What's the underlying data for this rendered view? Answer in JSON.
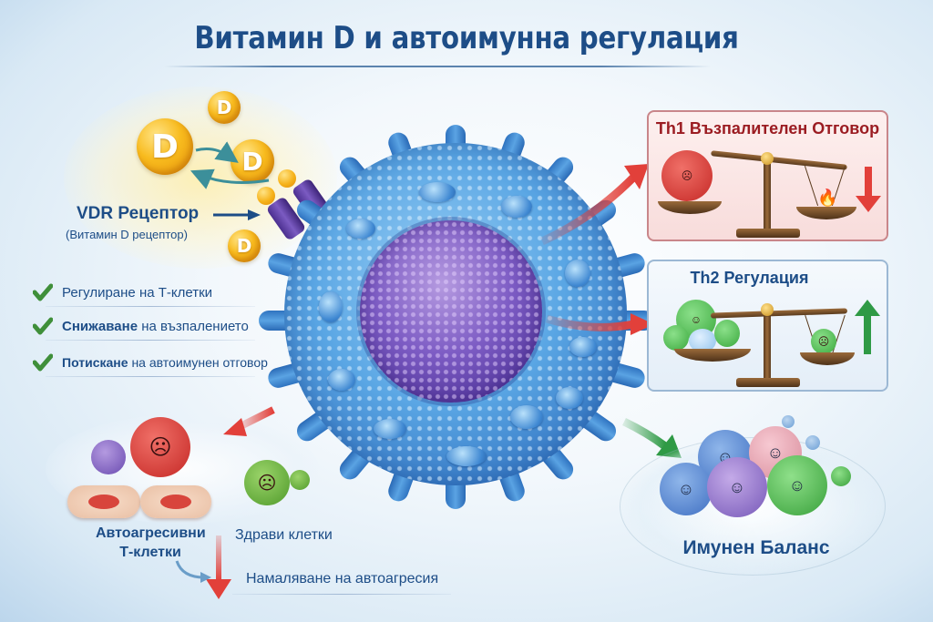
{
  "title": "Витамин D и автоимунна регулация",
  "vitamin_d": {
    "ball_label": "D",
    "receptor_label": "VDR Рецептор",
    "receptor_sub": "(Витамин D рецептор)"
  },
  "benefits": [
    {
      "bold": "",
      "text": "Регулиране на Т-клетки"
    },
    {
      "bold": "Снижаване",
      "text": " на възпалението"
    },
    {
      "bold": "Потискане",
      "text": " на автоимунен отговор"
    }
  ],
  "panels": {
    "th1": {
      "title": "Th1 Възпалителен Отговор",
      "trend": "down",
      "accent": "#e2403a"
    },
    "th2": {
      "title": "Th2 Регулация",
      "trend": "up",
      "accent": "#2f9a45"
    }
  },
  "autoaggression": {
    "left_caption_line1": "Автоагресивни",
    "left_caption_line2": "Т-клетки",
    "right_caption": "Здрави клетки",
    "result": "Намаляване на автоагресия"
  },
  "balance": {
    "label": "Имунен Баланс"
  },
  "colors": {
    "title": "#1d4d87",
    "th1_text": "#9b1c22",
    "check": "#3f8f3a",
    "cell": "#3f88d2",
    "nucleus": "#7d5cc4",
    "vitamin": "#f8bb1e"
  }
}
